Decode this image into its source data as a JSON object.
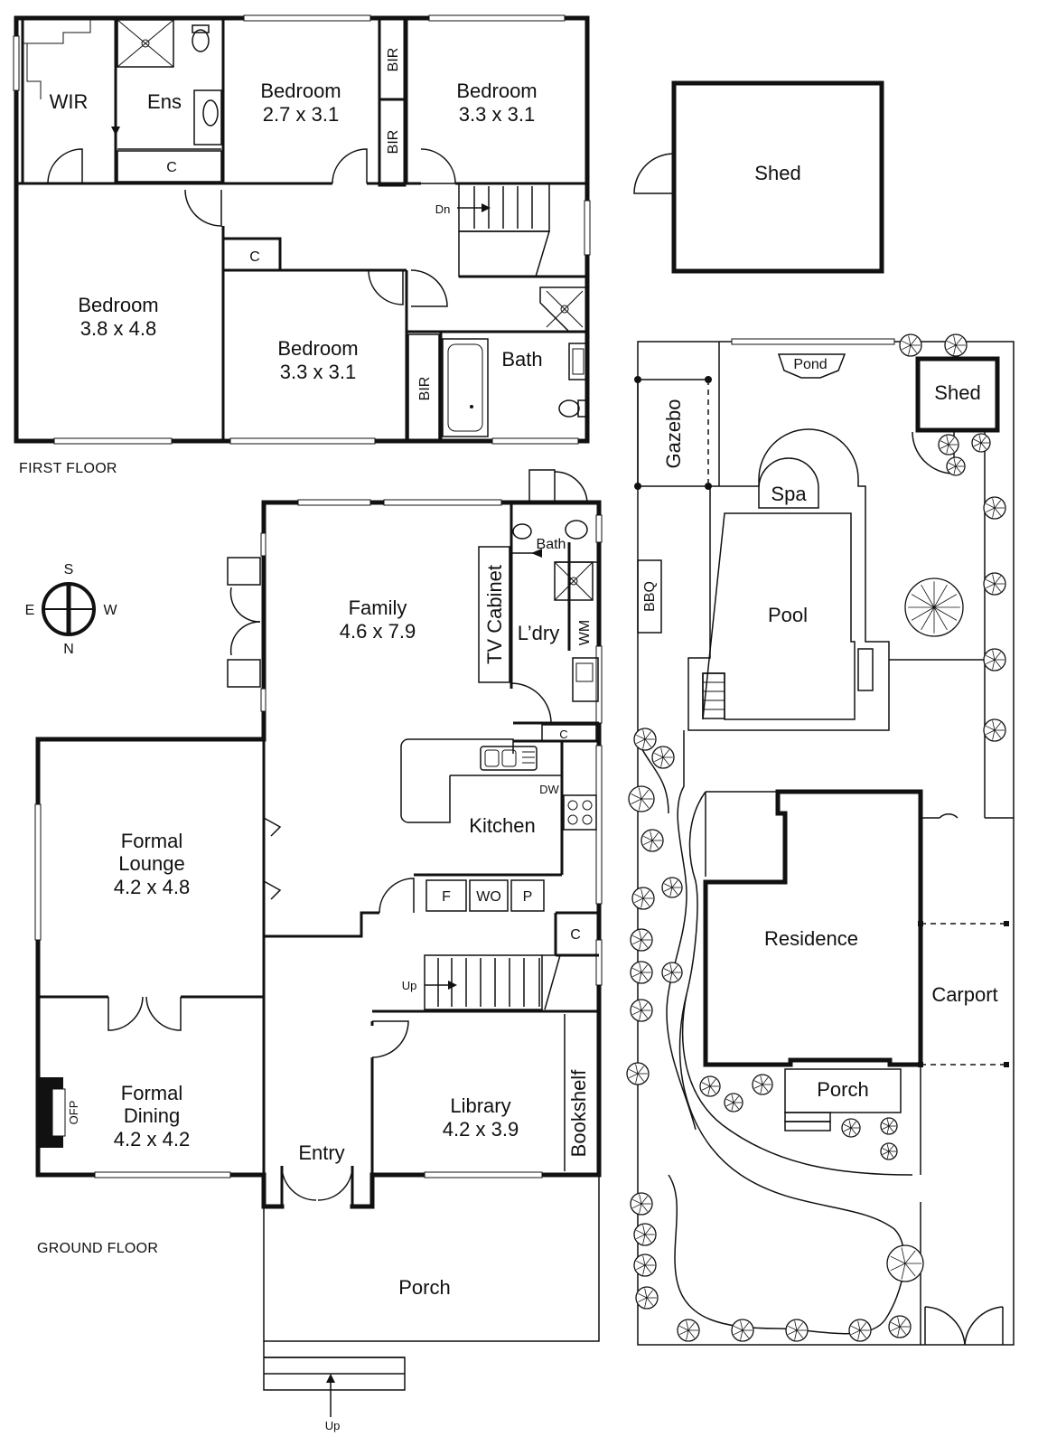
{
  "floor_labels": {
    "first_floor": "FIRST FLOOR",
    "ground_floor": "GROUND FLOOR"
  },
  "compass": {
    "s": "S",
    "e": "E",
    "w": "W",
    "n": "N"
  },
  "first_floor": {
    "wir": "WIR",
    "ens": "Ens",
    "c1": "C",
    "c2": "C",
    "bedroom_a": {
      "name": "Bedroom",
      "size": "2.7 x 3.1"
    },
    "bedroom_b": {
      "name": "Bedroom",
      "size": "3.3 x 3.1"
    },
    "bedroom_c": {
      "name": "Bedroom",
      "size": "3.8 x 4.8"
    },
    "bedroom_d": {
      "name": "Bedroom",
      "size": "3.3 x 3.1"
    },
    "bir1": "BIR",
    "bir2": "BIR",
    "bir3": "BIR",
    "bath": "Bath",
    "dn": "Dn"
  },
  "ground_floor": {
    "family": {
      "name": "Family",
      "size": "4.6 x 7.9"
    },
    "tv_cabinet": "TV Cabinet",
    "ldry": "L’dry",
    "wm": "WM",
    "bath": "Bath",
    "c_ldry": "C",
    "dw": "DW",
    "kitchen": "Kitchen",
    "f": "F",
    "wo": "WO",
    "p": "P",
    "c_stair": "C",
    "up_stair": "Up",
    "formal_lounge": {
      "line1": "Formal",
      "line2": "Lounge",
      "size": "4.2 x 4.8"
    },
    "formal_dining": {
      "line1": "Formal",
      "line2": "Dining",
      "size": "4.2 x 4.2"
    },
    "ofp": "OFP",
    "entry": "Entry",
    "library": {
      "name": "Library",
      "size": "4.2 x 3.9"
    },
    "bookshelf": "Bookshelf",
    "porch": "Porch",
    "up_porch": "Up"
  },
  "site": {
    "shed_top": "Shed",
    "shed_small": "Shed",
    "pond": "Pond",
    "gazebo": "Gazebo",
    "spa": "Spa",
    "pool": "Pool",
    "bbq": "BBQ",
    "residence": "Residence",
    "carport": "Carport",
    "porch": "Porch"
  }
}
